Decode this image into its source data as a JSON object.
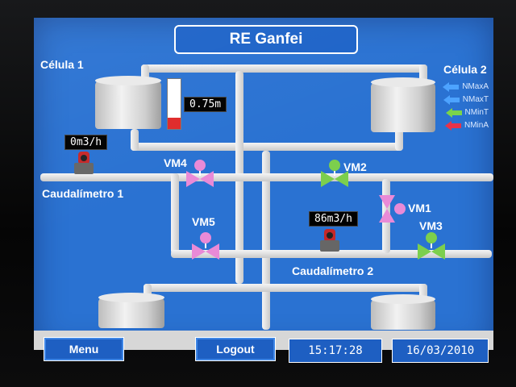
{
  "title": "RE Ganfei",
  "cells": {
    "cell1": "Célula 1",
    "cell2": "Célula 2"
  },
  "level": {
    "readout": "0.75m",
    "fill_fraction": 0.22
  },
  "flowmeters": [
    {
      "name": "Caudalímetro 1",
      "readout": "0m3/h"
    },
    {
      "name": "Caudalímetro 2",
      "readout": "86m3/h"
    }
  ],
  "valves": [
    {
      "label": "VM4",
      "state": "pink"
    },
    {
      "label": "VM2",
      "state": "green"
    },
    {
      "label": "VM1",
      "state": "pink"
    },
    {
      "label": "VM5",
      "state": "pink"
    },
    {
      "label": "VM3",
      "state": "green"
    }
  ],
  "legend": [
    {
      "label": "NMaxA",
      "color": "#4da3ff"
    },
    {
      "label": "NMaxT",
      "color": "#4da3ff"
    },
    {
      "label": "NMinT",
      "color": "#7bd44a"
    },
    {
      "label": "NMinA",
      "color": "#e8334a"
    }
  ],
  "bottom": {
    "menu": "Menu",
    "logout": "Logout",
    "time": "15:17:28",
    "date": "16/03/2010"
  },
  "colors": {
    "screen": "#2a72d2",
    "valve_pink": "#e98ad7",
    "valve_green": "#7ccf4d"
  }
}
